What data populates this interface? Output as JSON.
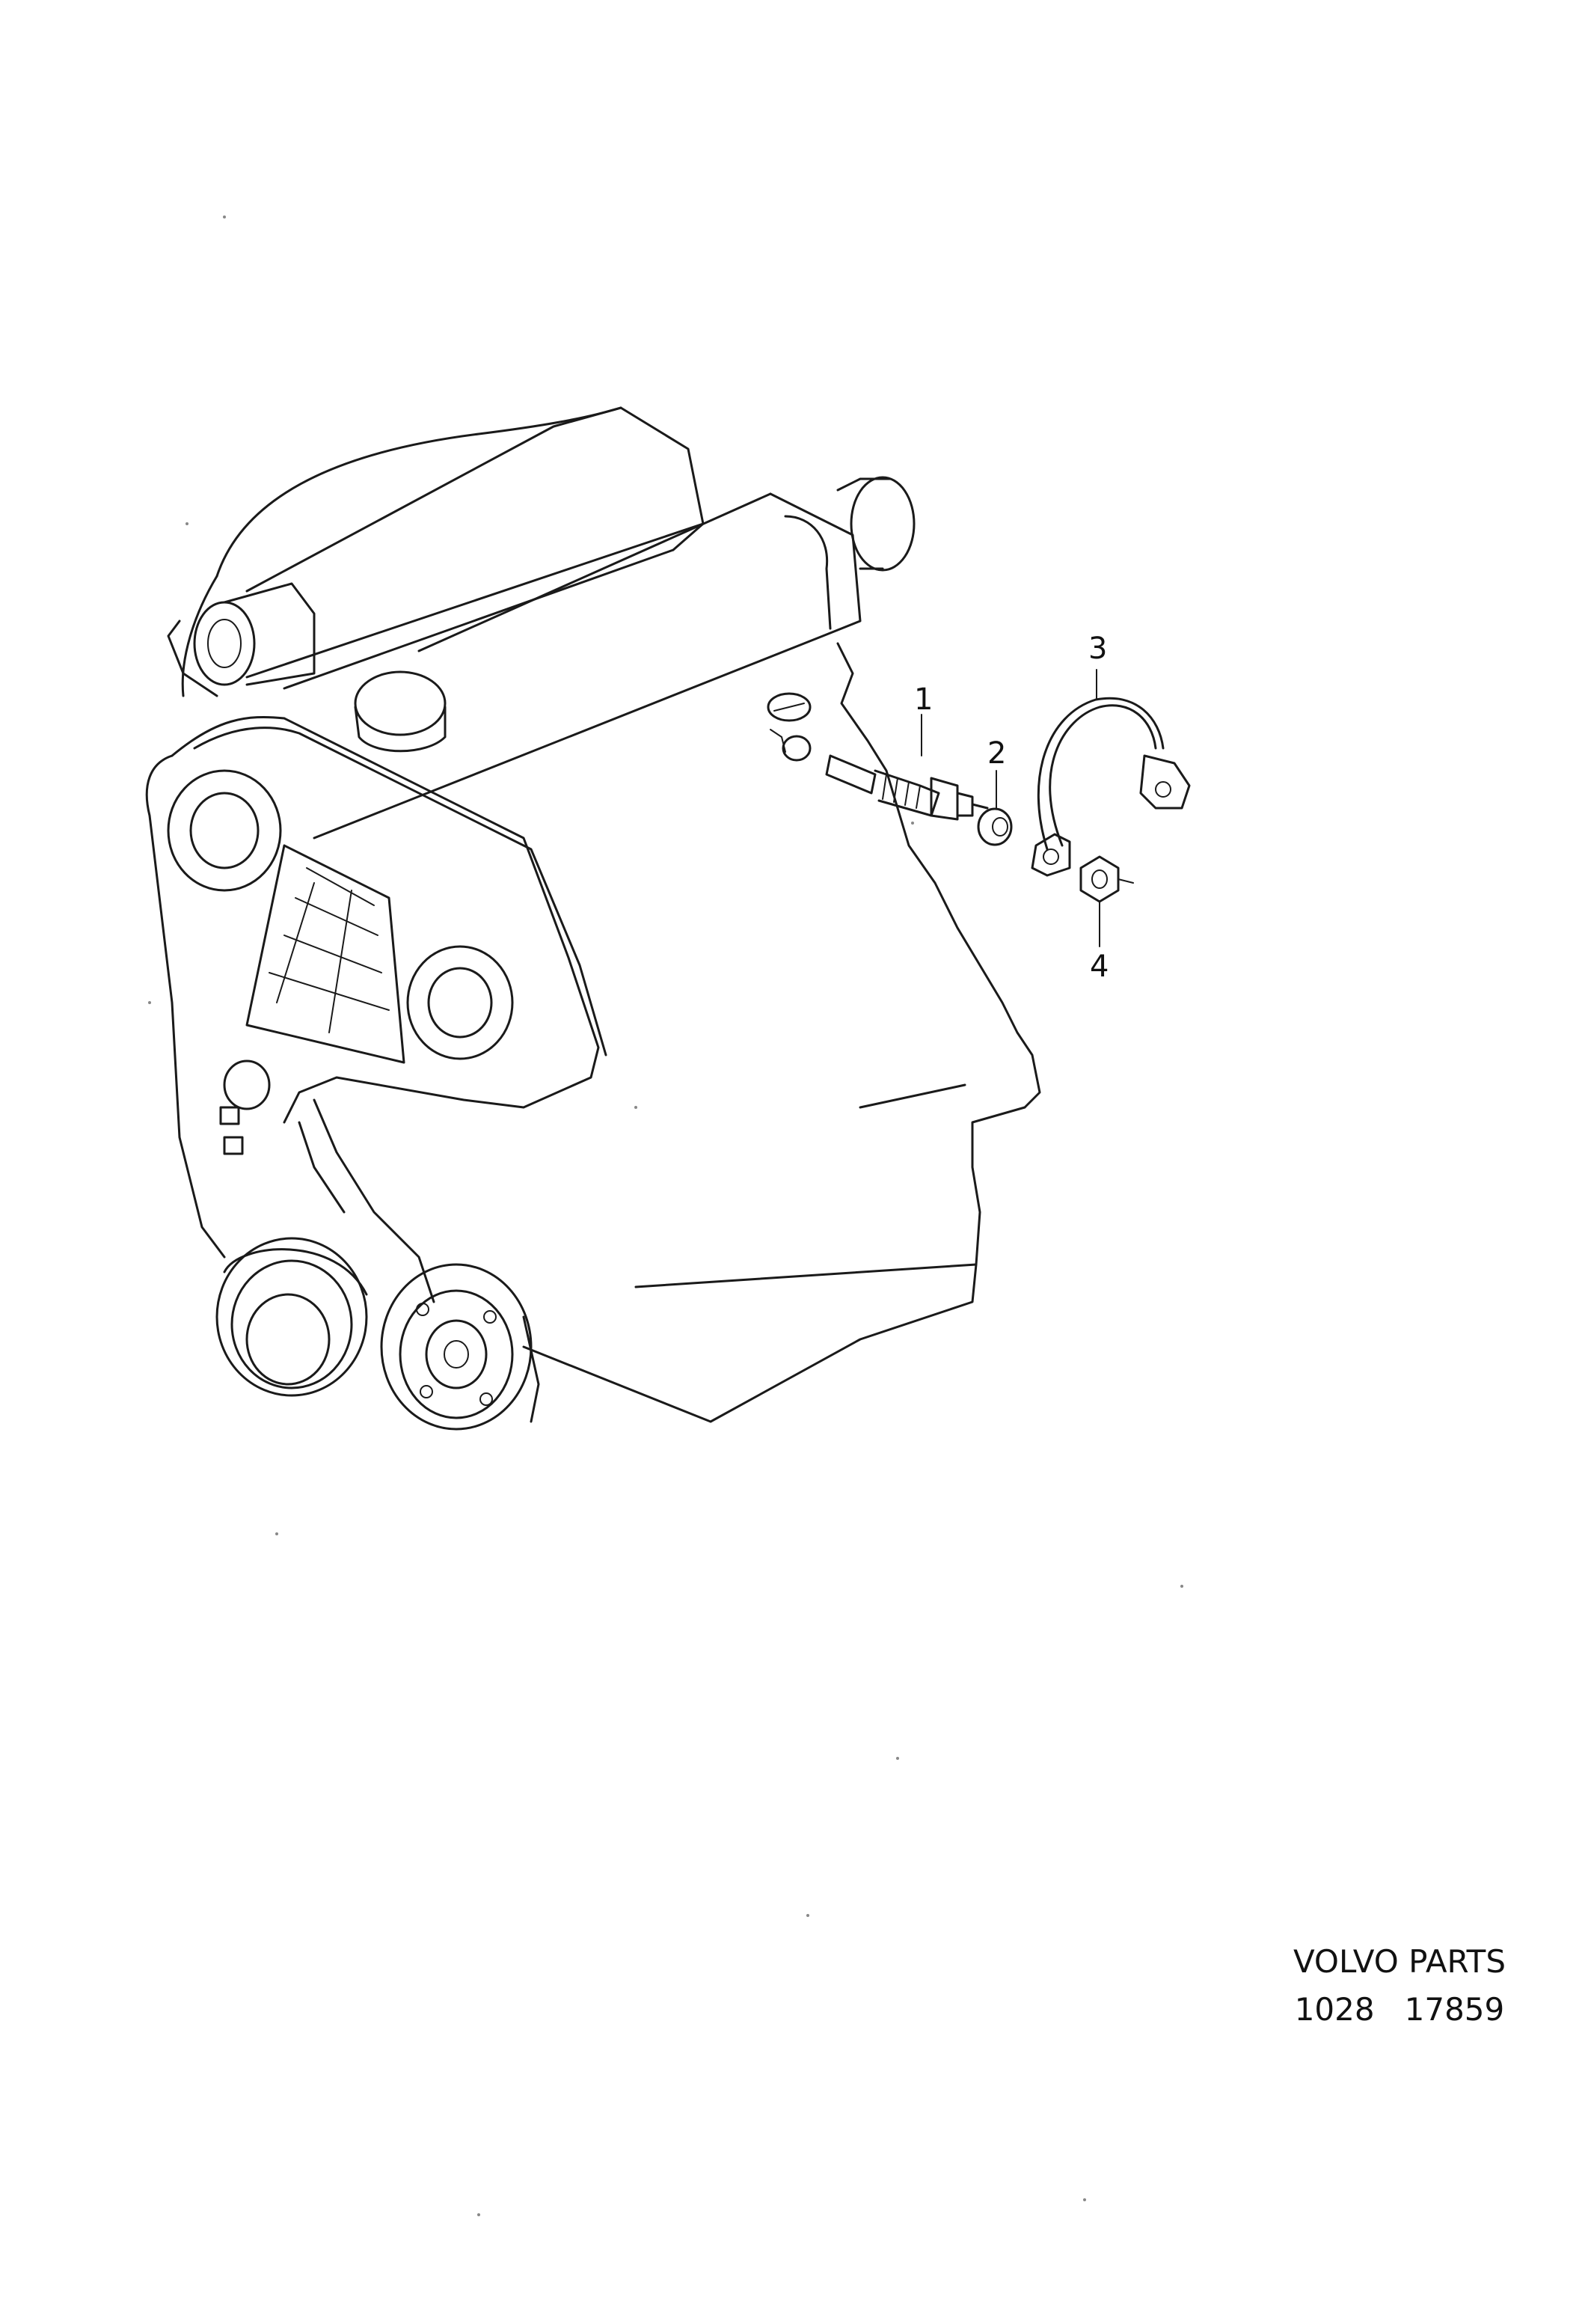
{
  "callouts": {
    "c1": "1",
    "c2": "2",
    "c3": "3",
    "c4": "4"
  },
  "footer": {
    "brand": "VOLVO PARTS",
    "code": "1028   17859"
  }
}
